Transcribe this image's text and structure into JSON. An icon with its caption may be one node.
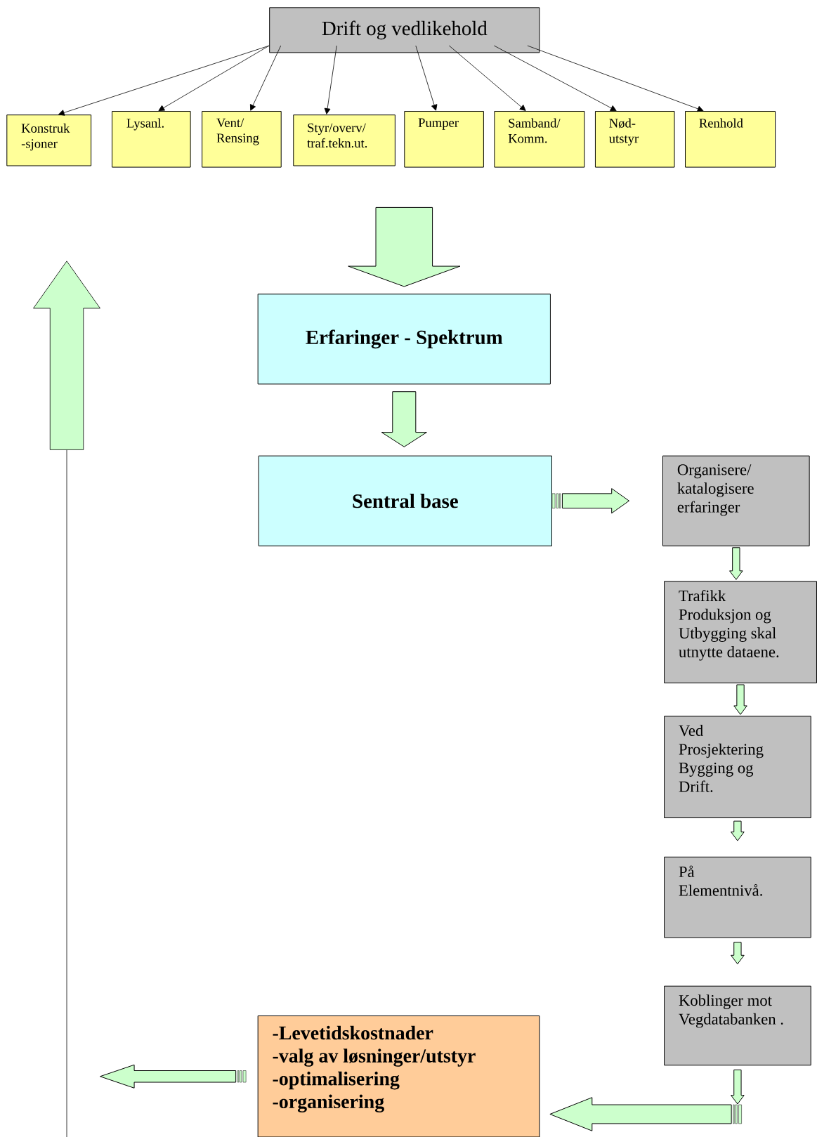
{
  "diagram": {
    "nodes": [
      {
        "text": [
          "Drift og vedlikehold"
        ]
      },
      {
        "text": [
          "Konstruk -sjoner"
        ]
      },
      {
        "text": [
          "Lysanl."
        ]
      },
      {
        "text": [
          "Vent/ Rensing"
        ]
      },
      {
        "text": [
          "Styr/overv/ traf.tekn.ut."
        ]
      },
      {
        "text": [
          "Pumper"
        ]
      },
      {
        "text": [
          "Samband/ Komm."
        ]
      },
      {
        "text": [
          "Nød- utstyr"
        ]
      },
      {
        "text": [
          "Renhold"
        ]
      },
      {
        "text": [
          "Erfaringer - Spektrum"
        ]
      },
      {
        "text": [
          "Sentral base"
        ]
      },
      {
        "text": [
          "Organisere/ katalogisere erfaringer"
        ]
      },
      {
        "text": [
          "Trafikk Produksjon og Utbygging skal utnytte dataene."
        ]
      },
      {
        "text": [
          "Ved Prosjektering Bygging og Drift."
        ]
      },
      {
        "text": [
          "På Elementnivå."
        ]
      },
      {
        "text": [
          "Koblinger mot Vegdatabanken ."
        ]
      },
      {
        "text": [
          "-Levetidskostnader",
          "-valg av løsninger/utstyr",
          "-optimalisering",
          "-organisering"
        ]
      }
    ],
    "edges": [
      {
        "from": 0,
        "to": 1,
        "arrow": "to"
      },
      {
        "from": 0,
        "to": 2,
        "arrow": "to"
      },
      {
        "from": 0,
        "to": 3,
        "arrow": "to"
      },
      {
        "from": 0,
        "to": 4,
        "arrow": "to"
      },
      {
        "from": 0,
        "to": 5,
        "arrow": "to"
      },
      {
        "from": 0,
        "to": 6,
        "arrow": "to"
      },
      {
        "from": 0,
        "to": 7,
        "arrow": "to"
      },
      {
        "from": 0,
        "to": 8,
        "arrow": "to"
      },
      {
        "from": null,
        "to": 9,
        "arrow": "to",
        "style": "thick"
      },
      {
        "from": 9,
        "to": 10,
        "arrow": "to",
        "style": "thick"
      },
      {
        "from": 10,
        "to": 11,
        "arrow": "to",
        "style": "thick"
      },
      {
        "from": 11,
        "to": 12,
        "arrow": "to",
        "style": "thick"
      },
      {
        "from": 12,
        "to": 13,
        "arrow": "to",
        "style": "thick"
      },
      {
        "from": 13,
        "to": 14,
        "arrow": "to",
        "style": "thick"
      },
      {
        "from": 14,
        "to": 15,
        "arrow": "to",
        "style": "thick"
      },
      {
        "from": 15,
        "to": null,
        "arrow": "to",
        "style": "thick"
      },
      {
        "from": null,
        "to": 16,
        "arrow": "to",
        "style": "thick"
      },
      {
        "from": 16,
        "to": null,
        "arrow": "to",
        "style": "thick"
      }
    ]
  }
}
